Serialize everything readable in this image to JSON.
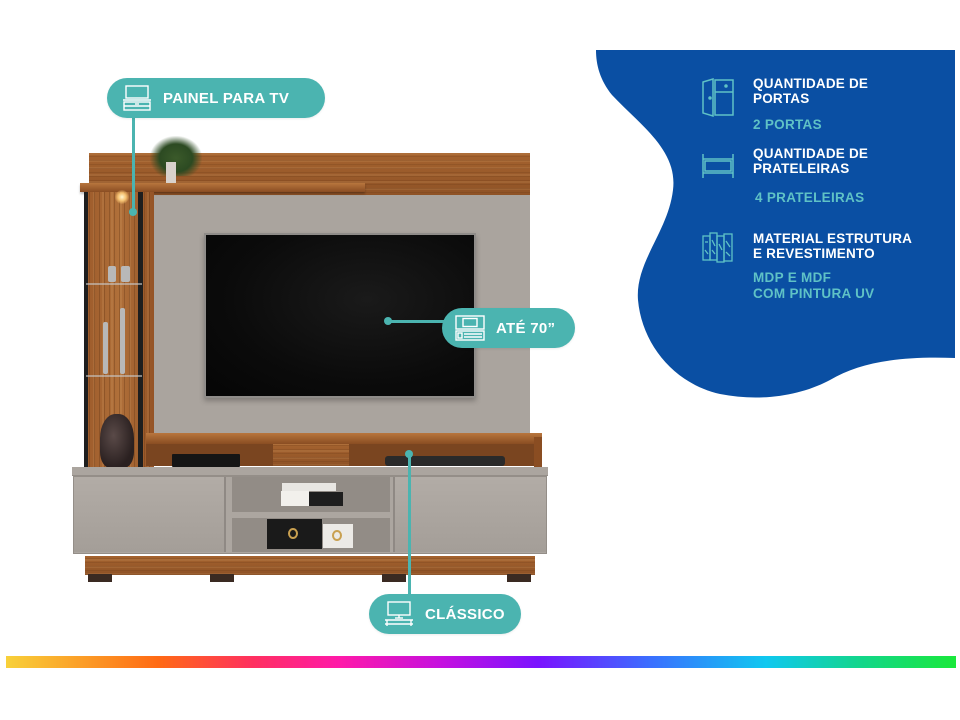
{
  "product": {
    "type": "Painel para TV com iluminação",
    "callouts": [
      {
        "id": "painel",
        "label": "PAINEL PARA TV",
        "icon": "tv-stand-icon"
      },
      {
        "id": "tv-size",
        "label": "ATÉ 70”",
        "icon": "tv-stand-icon"
      },
      {
        "id": "style",
        "label": "CLÁSSICO",
        "icon": "tv-monitor-icon"
      }
    ]
  },
  "specs": {
    "panel_color": "#0a4fa3",
    "items": [
      {
        "title_line1": "QUANTIDADE DE",
        "title_line2": "PORTAS",
        "value_line1": "2 PORTAS",
        "value_line2": "",
        "icon": "doors-icon"
      },
      {
        "title_line1": "QUANTIDADE DE",
        "title_line2": "PRATELEIRAS",
        "value_line1": "4 PRATELEIRAS",
        "value_line2": "",
        "icon": "shelf-icon"
      },
      {
        "title_line1": "MATERIAL ESTRUTURA",
        "title_line2": "E REVESTIMENTO",
        "value_line1": "MDP E MDF",
        "value_line2": "COM PINTURA UV",
        "icon": "wood-panels-icon"
      }
    ]
  },
  "colors": {
    "accent_teal": "#4bb4b0",
    "spec_value_teal": "#5fc2c6",
    "brand_blue": "#0a4fa3"
  }
}
